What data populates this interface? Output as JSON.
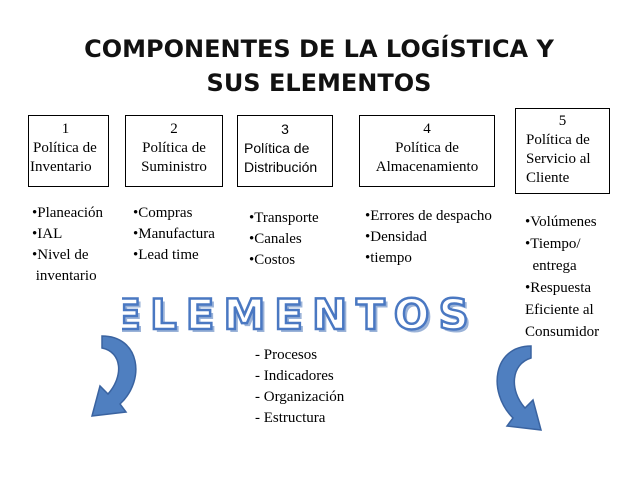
{
  "title": {
    "line1": "COMPONENTES DE LA  LOGÍSTICA Y",
    "line2": "SUS ELEMENTOS"
  },
  "components": [
    {
      "number": "1",
      "line1": "Política de",
      "line2": "Inventario",
      "items": [
        "•Planeación",
        "•IAL",
        "•Nivel de",
        " inventario"
      ]
    },
    {
      "number": "2",
      "line1": "Política de",
      "line2": "Suministro",
      "items": [
        "•Compras",
        "•Manufactura",
        "•Lead time"
      ]
    },
    {
      "number": "3",
      "line1": "Política de",
      "line2": "Distribución",
      "items": [
        "•Transporte",
        "•Canales",
        "•Costos"
      ]
    },
    {
      "number": "4",
      "line1": "Política de",
      "line2": "Almacenamiento",
      "items": [
        "•Errores de despacho",
        "•Densidad",
        "•tiempo"
      ]
    },
    {
      "number": "5",
      "line1": "Política de",
      "line2": "Servicio al",
      "line3": "Cliente",
      "items": [
        "•Volúmenes",
        "•Tiempo/",
        "  entrega",
        "•Respuesta",
        "Eficiente al",
        "Consumidor"
      ]
    }
  ],
  "elements_word": "ELEMENTOS",
  "elements_list": [
    "- Procesos",
    "- Indicadores",
    "- Organización",
    "- Estructura"
  ],
  "colors": {
    "arrow": "#4f7fc0",
    "arrow_dark": "#3a63a0",
    "word_fill": "#4a78c2",
    "word_outline": "#9bb3d8"
  },
  "icons": [
    "curved-arrow-left-icon",
    "curved-arrow-right-icon"
  ]
}
